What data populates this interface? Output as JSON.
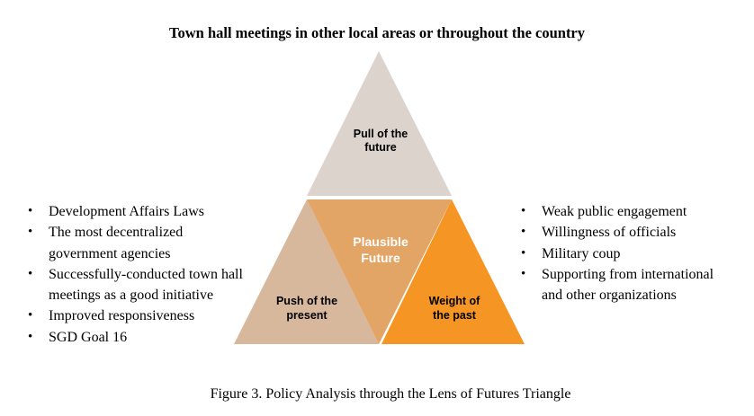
{
  "title": "Town hall meetings in other local areas or throughout the country",
  "triangles": {
    "top": {
      "line1": "Pull of the",
      "line2": "future",
      "color": "#dcd3cc"
    },
    "center": {
      "line1": "Plausible",
      "line2": "Future",
      "color": "#e2a566"
    },
    "left": {
      "line1": "Push of the",
      "line2": "present",
      "color": "#d8b89c"
    },
    "right": {
      "line1": "Weight of",
      "line2": "the past",
      "color": "#f59524"
    }
  },
  "left_list": [
    "Development Affairs Laws",
    "The most decentralized government agencies",
    "Successfully-conducted town hall meetings as a good initiative",
    "Improved responsiveness",
    "SGD Goal 16"
  ],
  "right_list": [
    "Weak public engagement",
    "Willingness of officials",
    "Military coup",
    "Supporting from international and other organizations"
  ],
  "caption": "Figure 3. Policy Analysis through the Lens of Futures Triangle"
}
